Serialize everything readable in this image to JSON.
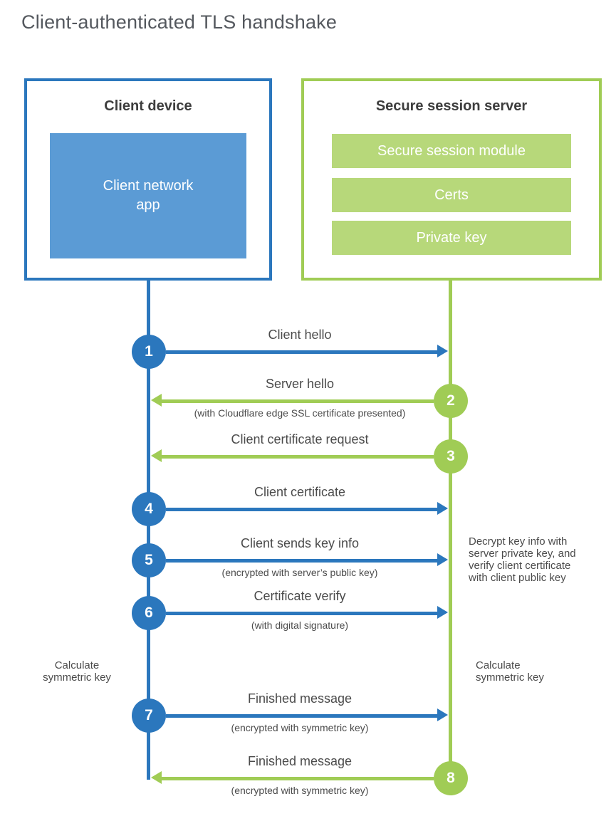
{
  "title": "Client-authenticated TLS handshake",
  "colors": {
    "blue": "#2b77bd",
    "blue_light": "#5b9bd5",
    "green": "#a0cc55",
    "green_light": "#b7d87a",
    "text_dark": "#3d3d3d",
    "text_gray": "#4b4b4b"
  },
  "client": {
    "title": "Client device",
    "app_label": "Client network\napp"
  },
  "server": {
    "title": "Secure session server",
    "modules": [
      "Secure session module",
      "Certs",
      "Private key"
    ]
  },
  "steps": [
    {
      "number": "1",
      "label": "Client hello",
      "note": "",
      "direction": "right",
      "actor": "client"
    },
    {
      "number": "2",
      "label": "Server hello",
      "note": "(with Cloudflare edge SSL certificate presented)",
      "direction": "left",
      "actor": "server"
    },
    {
      "number": "3",
      "label": "Client certificate request",
      "note": "",
      "direction": "left",
      "actor": "server"
    },
    {
      "number": "4",
      "label": "Client certificate",
      "note": "",
      "direction": "right",
      "actor": "client"
    },
    {
      "number": "5",
      "label": "Client sends key info",
      "note": "(encrypted with server’s public key)",
      "direction": "right",
      "actor": "client"
    },
    {
      "number": "6",
      "label": "Certificate verify",
      "note": "(with digital signature)",
      "direction": "right",
      "actor": "client"
    },
    {
      "number": "7",
      "label": "Finished message",
      "note": "(encrypted with symmetric key)",
      "direction": "right",
      "actor": "client"
    },
    {
      "number": "8",
      "label": "Finished message",
      "note": "(encrypted with symmetric key)",
      "direction": "left",
      "actor": "server"
    }
  ],
  "annotations": {
    "calculate_left": "Calculate\nsymmetric key",
    "calculate_right": "Calculate\nsymmetric key",
    "decrypt_note": "Decrypt key info with\nserver private key, and\nverify client certificate\nwith client public key"
  }
}
